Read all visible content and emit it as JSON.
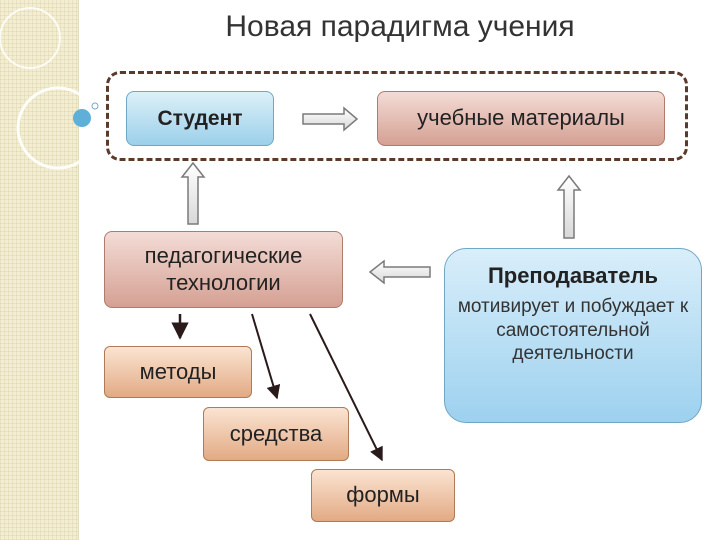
{
  "title": "Новая парадигма учения",
  "nodes": {
    "student": "Студент",
    "materials": "учебные материалы",
    "pedagogical_technologies": "педагогические технологии",
    "teacher": {
      "title": "Преподаватель",
      "description": "мотивирует и побуждает к самостоятельной деятельности"
    },
    "methods": "методы",
    "means": "средства",
    "forms": "формы"
  },
  "colors": {
    "blue_box": "#9cd0ea",
    "rose_box": "#d5a093",
    "peach_box": "#e2aa84",
    "frame": "#5a3a2a"
  }
}
